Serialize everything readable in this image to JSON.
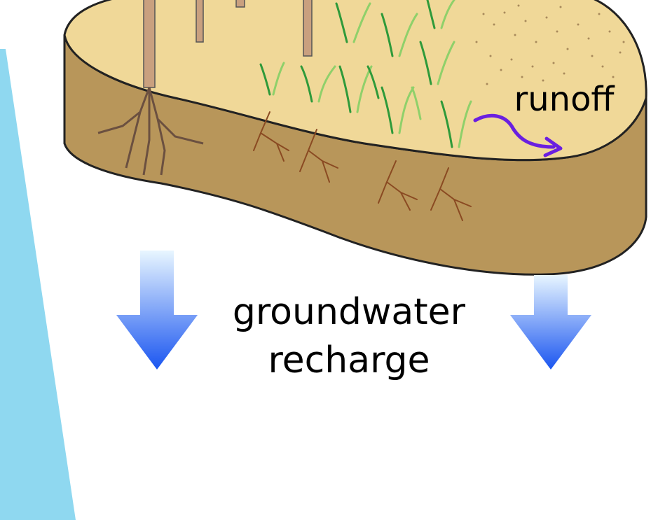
{
  "labels": {
    "runoff": "runoff",
    "recharge_line1": "groundwater",
    "recharge_line2": "recharge"
  },
  "colors": {
    "background": "#ffffff",
    "rain_wedge": "#8fd8f0",
    "soil_top": "#f0d898",
    "soil_side": "#b8965a",
    "outline": "#222222",
    "tree_trunk": "#c9a07f",
    "tree_root": "#6b5040",
    "grass_dark": "#2f9a3a",
    "grass_light": "#8fd06a",
    "grass_root": "#8a4a22",
    "runoff_arrow": "#6a1fe0",
    "arrow_top": "#e8f6ff",
    "arrow_bottom": "#1a55f0"
  },
  "icons": [
    "tree-icon",
    "grass-icon",
    "runoff-arrow-icon",
    "down-arrow-icon"
  ]
}
